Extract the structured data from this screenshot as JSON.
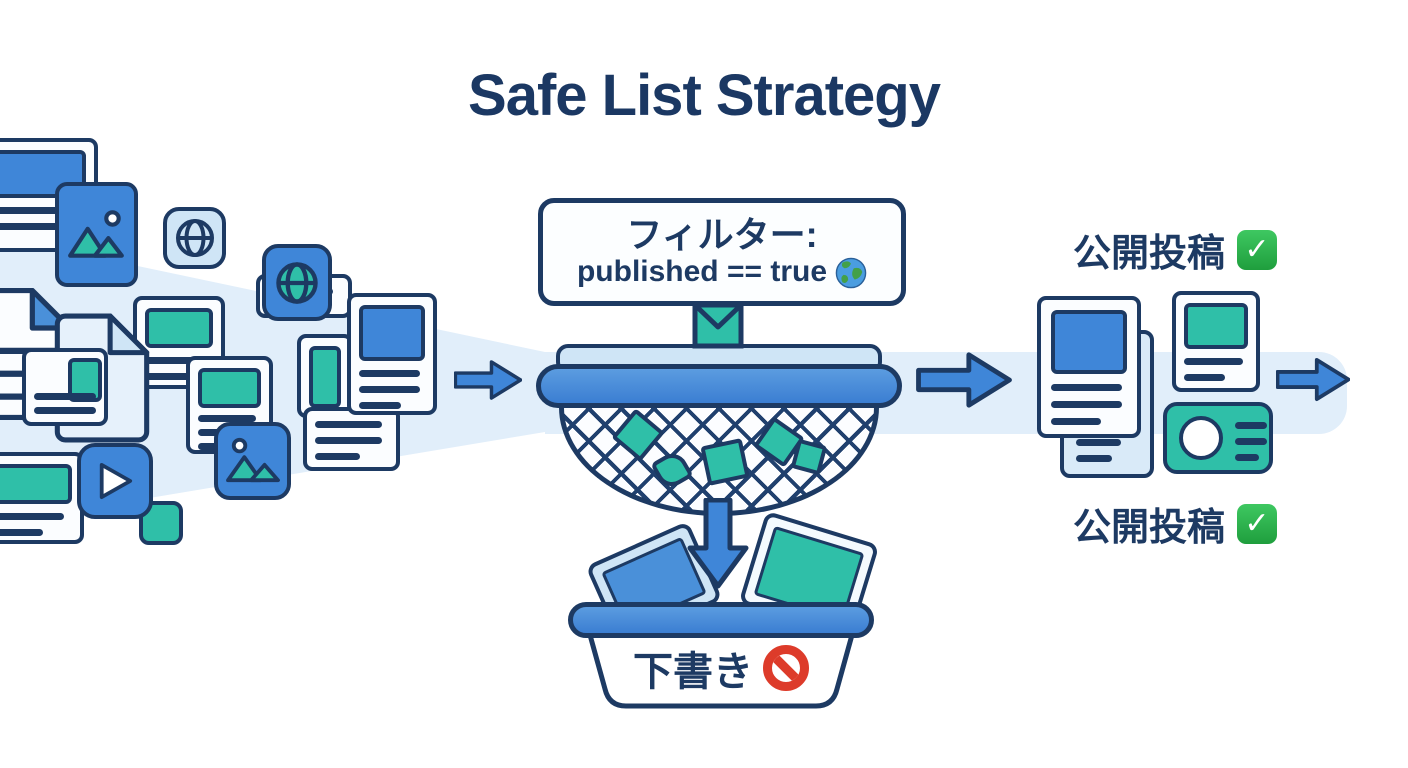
{
  "title": "Safe List Strategy",
  "colors": {
    "navy_outline": "#1d3a63",
    "blue": "#3f86d8",
    "light_blue": "#cfe5f6",
    "flow_band": "#e1eefa",
    "teal": "#2fbfa8",
    "check_green": "#22b14c",
    "prohibit_red": "#dd3b2a"
  },
  "filter_box": {
    "line1": "フィルター:",
    "line2": "published == true",
    "line2_icon": "globe-emoji"
  },
  "flow": {
    "input_icons": [
      "post-card",
      "image-post",
      "globe-app",
      "video-play-app",
      "document"
    ],
    "arrow_icon": "right-arrow",
    "drop_arrow_icon": "down-arrow",
    "net_contents": [
      "filtered-item-teal"
    ]
  },
  "outputs": {
    "top_label": "公開投稿",
    "bottom_label": "公開投稿",
    "status_icon": "check-mark-emoji",
    "card_icons": [
      "post-card-blue",
      "post-card-teal",
      "profile-card-teal",
      "stacked-card-light"
    ]
  },
  "basket": {
    "label": "下書き",
    "status_icon": "prohibited-emoji",
    "contents": [
      "draft-card-blue",
      "draft-card-teal"
    ]
  },
  "icons": {
    "globe-emoji": "🌍",
    "check-mark-emoji": "✅",
    "prohibited-emoji": "🚫",
    "right-arrow": "→",
    "down-arrow": "↓"
  }
}
